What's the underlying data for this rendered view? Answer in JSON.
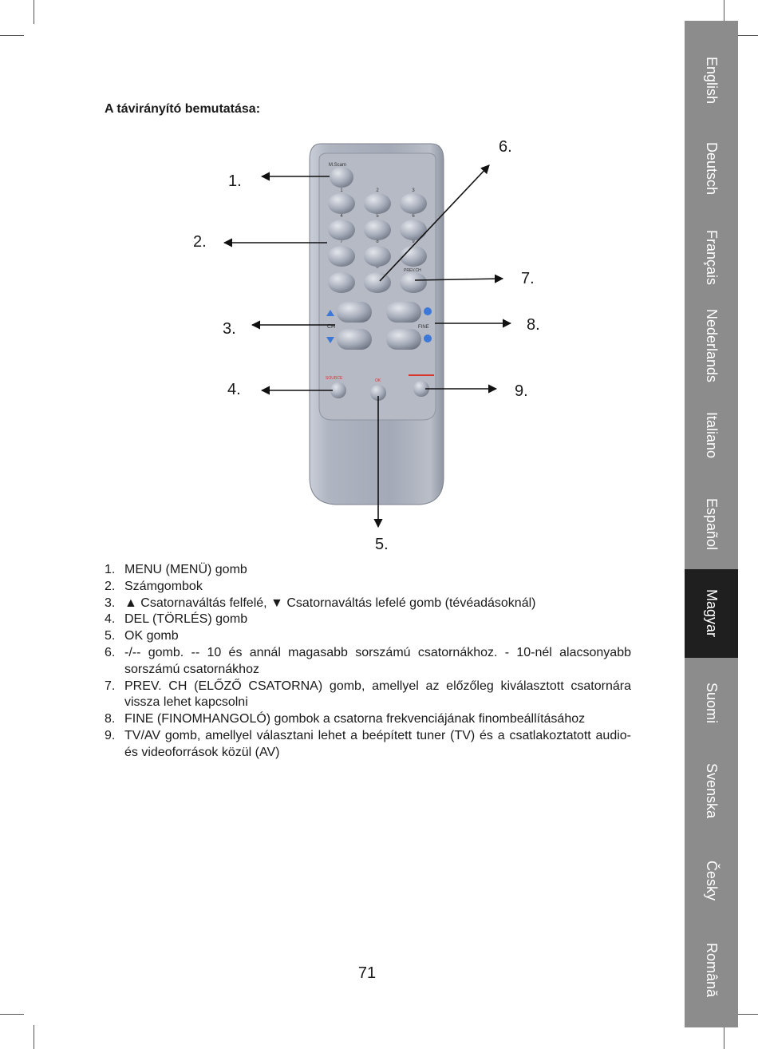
{
  "heading": "A távirányító bemutatása:",
  "figure": {
    "callouts": [
      "1.",
      "2.",
      "3.",
      "4.",
      "5.",
      "6.",
      "7.",
      "8.",
      "9."
    ],
    "remote_labels": {
      "menu": "M.Scam",
      "ch": "CH",
      "fine": "FINE",
      "source": "SOURCE",
      "prev": "PREV.CH",
      "ok": "OK",
      "digits": [
        "1",
        "2",
        "3",
        "4",
        "5",
        "6",
        "7",
        "8",
        "9",
        "0"
      ]
    }
  },
  "items": [
    {
      "num": "1.",
      "text": "MENU (MENÜ) gomb"
    },
    {
      "num": "2.",
      "text": "Számgombok"
    },
    {
      "num": "3.",
      "text": "▲ Csatornaváltás felfelé, ▼ Csatornaváltás lefelé gomb (tévéadásoknál)"
    },
    {
      "num": "4.",
      "text": "DEL (TÖRLÉS) gomb"
    },
    {
      "num": "5.",
      "text": "OK gomb"
    },
    {
      "num": "6.",
      "text": "-/-- gomb. -- 10 és annál magasabb sorszámú csatornákhoz. - 10-nél alacsonyabb sorszámú csatornákhoz"
    },
    {
      "num": "7.",
      "text": "PREV. CH (ELŐZŐ CSATORNA) gomb, amellyel az előzőleg kiválasztott csatornára vissza lehet kapcsolni"
    },
    {
      "num": "8.",
      "text": "FINE (FINOMHANGOLÓ) gombok a csatorna frekvenciájának finombeállításához"
    },
    {
      "num": "9.",
      "text": "TV/AV gomb, amellyel választani lehet a beépített tuner (TV) és a csatlakoztatott audio- és videoforrások közül (AV)"
    }
  ],
  "page_number": "71",
  "languages": [
    "English",
    "Deutsch",
    "Français",
    "Nederlands",
    "Italiano",
    "Español",
    "Magyar",
    "Suomi",
    "Svenska",
    "Česky",
    "Română"
  ],
  "active_language": "Magyar",
  "colors": {
    "sidebar": "#8c8c8c",
    "sidebar_active": "#1f1f1f",
    "remote_body": "#a7adba",
    "accent_red": "#d8342c",
    "accent_blue": "#3d78d8"
  }
}
